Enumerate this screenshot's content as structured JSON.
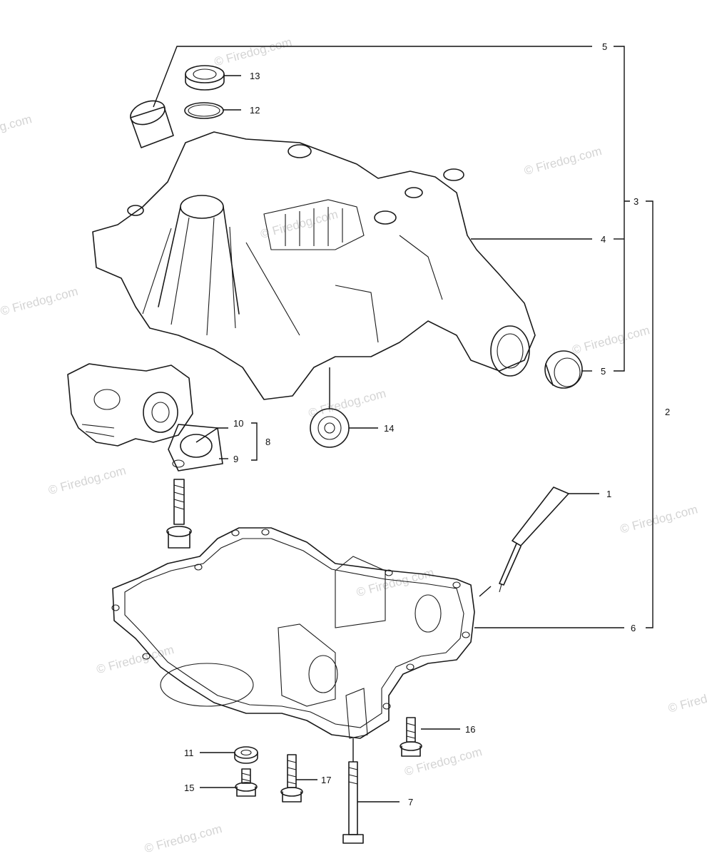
{
  "watermark": "© Firedog.com",
  "callouts": [
    {
      "id": "c1",
      "label": "1"
    },
    {
      "id": "c2",
      "label": "2"
    },
    {
      "id": "c3",
      "label": "3"
    },
    {
      "id": "c4",
      "label": "4"
    },
    {
      "id": "c5a",
      "label": "5"
    },
    {
      "id": "c5b",
      "label": "5"
    },
    {
      "id": "c6",
      "label": "6"
    },
    {
      "id": "c7",
      "label": "7"
    },
    {
      "id": "c8",
      "label": "8"
    },
    {
      "id": "c9",
      "label": "9"
    },
    {
      "id": "c10",
      "label": "10"
    },
    {
      "id": "c11",
      "label": "11"
    },
    {
      "id": "c12",
      "label": "12"
    },
    {
      "id": "c13",
      "label": "13"
    },
    {
      "id": "c14",
      "label": "14"
    },
    {
      "id": "c15",
      "label": "15"
    },
    {
      "id": "c16",
      "label": "16"
    },
    {
      "id": "c17",
      "label": "17"
    }
  ]
}
